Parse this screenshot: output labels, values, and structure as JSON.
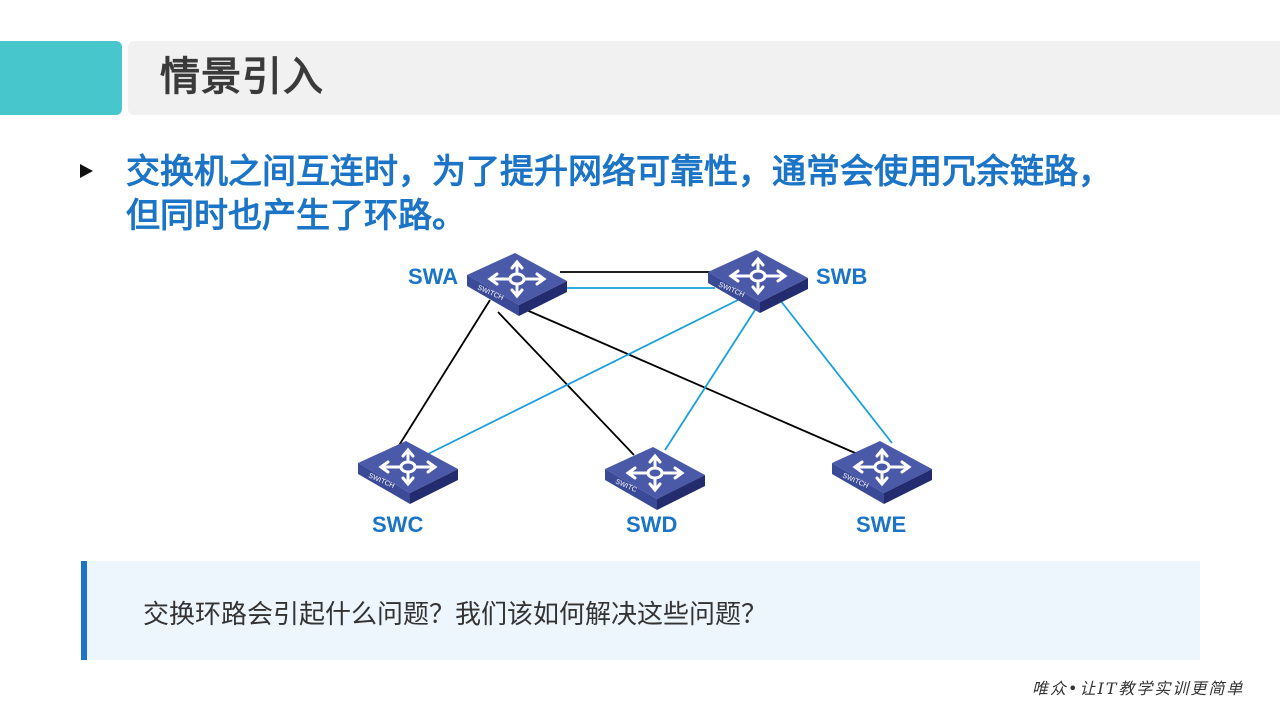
{
  "header": {
    "title": "情景引入",
    "accent_color": "#47c6cc"
  },
  "lead": {
    "lines": [
      "交换机之间互连时，为了提升网络可靠性，通常会使用冗余链路，",
      "但同时也产生了环路。"
    ]
  },
  "diagram": {
    "nodes": [
      {
        "id": "SWA",
        "label": "SWA",
        "device_text": "SWITCH"
      },
      {
        "id": "SWB",
        "label": "SWB",
        "device_text": "SWITCH"
      },
      {
        "id": "SWC",
        "label": "SWC",
        "device_text": "SWITCH"
      },
      {
        "id": "SWD",
        "label": "SWD",
        "device_text": "SWITC"
      },
      {
        "id": "SWE",
        "label": "SWE",
        "device_text": "SWITCH"
      }
    ],
    "links": [
      {
        "from": "SWA",
        "to": "SWB",
        "color": "#000000"
      },
      {
        "from": "SWA",
        "to": "SWB",
        "color": "#1a9fdc"
      },
      {
        "from": "SWA",
        "to": "SWC",
        "color": "#000000"
      },
      {
        "from": "SWA",
        "to": "SWD",
        "color": "#000000"
      },
      {
        "from": "SWA",
        "to": "SWE",
        "color": "#000000"
      },
      {
        "from": "SWB",
        "to": "SWC",
        "color": "#1a9fdc"
      },
      {
        "from": "SWB",
        "to": "SWD",
        "color": "#1a9fdc"
      },
      {
        "from": "SWB",
        "to": "SWE",
        "color": "#1a9fdc"
      }
    ]
  },
  "question": {
    "text": "交换环路会引起什么问题？我们该如何解决这些问题？"
  },
  "footer": {
    "slogan": "唯众•让IT教学实训更简单"
  }
}
